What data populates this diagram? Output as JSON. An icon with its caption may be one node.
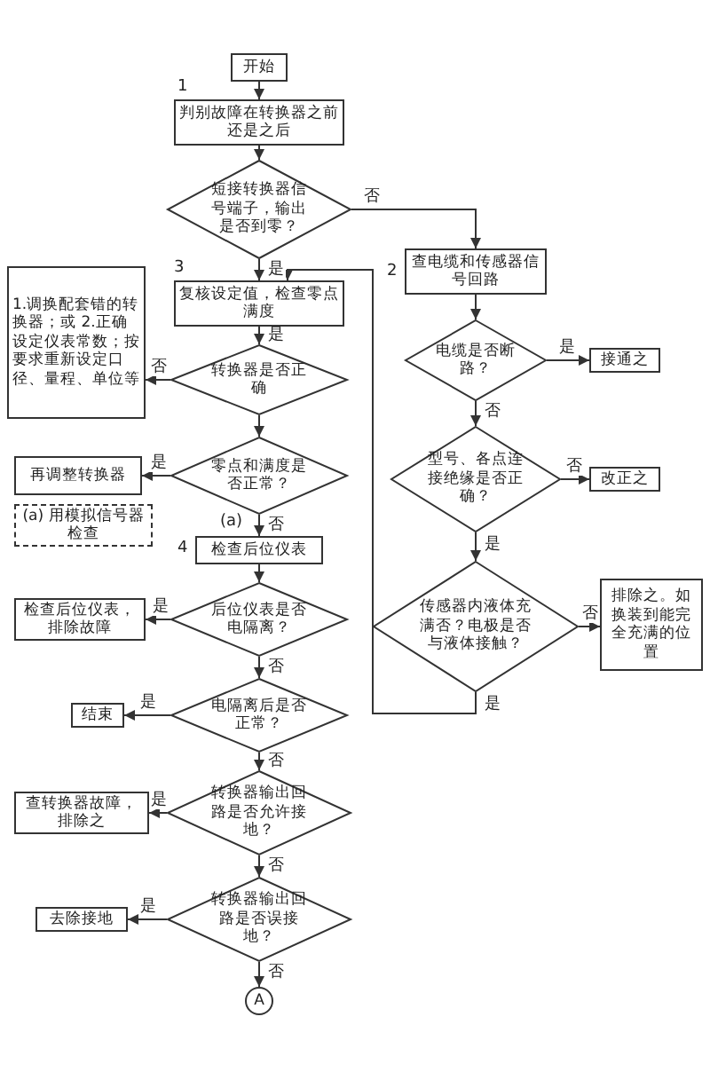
{
  "diagram": {
    "nodes": [
      {
        "text": [
          "开始"
        ]
      },
      {
        "text": [
          "判别故障在转换器之前还是之后"
        ],
        "beside": [
          "1"
        ]
      },
      {
        "text": [
          "短接转换器信号端子，输出是否到零？"
        ]
      },
      {
        "text": [
          "复核设定值，检查零点满度"
        ],
        "beside": [
          "3"
        ]
      },
      {
        "text": [
          "转换器是否正确"
        ]
      },
      {
        "text": [
          "1.调换配套错的转换器；或 2.正确设定仪表常数；按要求重新设定口径、量程、单位等"
        ]
      },
      {
        "text": [
          "零点和满度是否正常？"
        ],
        "beside": [
          "(a)"
        ]
      },
      {
        "text": [
          "再调整转换器"
        ]
      },
      {
        "text": [
          "(a) 用模拟信号器检查"
        ]
      },
      {
        "text": [
          "检查后位仪表"
        ],
        "beside": [
          "4"
        ]
      },
      {
        "text": [
          "后位仪表是否电隔离？"
        ]
      },
      {
        "text": [
          "检查后位仪表，排除故障"
        ]
      },
      {
        "text": [
          "电隔离后是否正常？"
        ]
      },
      {
        "text": [
          "结束"
        ]
      },
      {
        "text": [
          "转换器输出回路是否允许接地？"
        ]
      },
      {
        "text": [
          "查转换器故障，排除之"
        ]
      },
      {
        "text": [
          "转换器输出回路是否误接地？"
        ]
      },
      {
        "text": [
          "去除接地"
        ]
      },
      {
        "text": [
          "A"
        ]
      },
      {
        "text": [
          "查电缆和传感器信号回路"
        ],
        "beside": [
          "2"
        ]
      },
      {
        "text": [
          "电缆是否断路？"
        ]
      },
      {
        "text": [
          "接通之"
        ]
      },
      {
        "text": [
          "型号、各点连接绝缘是否正确？"
        ]
      },
      {
        "text": [
          "改正之"
        ]
      },
      {
        "text": [
          "传感器内液体充满否？电极是否与液体接触？"
        ]
      },
      {
        "text": [
          "排除之。如换装到能完全充满的位置"
        ]
      }
    ],
    "edges": [
      {
        "from": 0,
        "to": 1,
        "arrow": "to"
      },
      {
        "from": 1,
        "to": 2,
        "arrow": "to"
      },
      {
        "from": 2,
        "to": 3,
        "arrow": "to",
        "label": "是"
      },
      {
        "from": 2,
        "to": 19,
        "arrow": "to",
        "label": "否"
      },
      {
        "from": 3,
        "to": 4,
        "arrow": "to",
        "label": "是"
      },
      {
        "from": 4,
        "to": 5,
        "arrow": "to",
        "label": "否"
      },
      {
        "from": 4,
        "to": 6,
        "arrow": "to"
      },
      {
        "from": 6,
        "to": 7,
        "arrow": "to",
        "label": "是"
      },
      {
        "from": 6,
        "to": 9,
        "arrow": "to",
        "label": "否"
      },
      {
        "from": 9,
        "to": 10,
        "arrow": "to"
      },
      {
        "from": 10,
        "to": 11,
        "arrow": "to",
        "label": "是"
      },
      {
        "from": 10,
        "to": 12,
        "arrow": "to",
        "label": "否"
      },
      {
        "from": 12,
        "to": 13,
        "arrow": "to",
        "label": "是"
      },
      {
        "from": 12,
        "to": 14,
        "arrow": "to",
        "label": "否"
      },
      {
        "from": 14,
        "to": 15,
        "arrow": "to",
        "label": "是"
      },
      {
        "from": 14,
        "to": 16,
        "arrow": "to",
        "label": "否"
      },
      {
        "from": 16,
        "to": 17,
        "arrow": "to",
        "label": "是"
      },
      {
        "from": 16,
        "to": 18,
        "arrow": "to",
        "label": "否"
      },
      {
        "from": 19,
        "to": 20,
        "arrow": "to"
      },
      {
        "from": 20,
        "to": 21,
        "arrow": "to",
        "label": "是"
      },
      {
        "from": 20,
        "to": 22,
        "arrow": "to",
        "label": "否"
      },
      {
        "from": 22,
        "to": 23,
        "arrow": "to",
        "label": "否"
      },
      {
        "from": 22,
        "to": 24,
        "arrow": "to",
        "label": "是"
      },
      {
        "from": 24,
        "to": 25,
        "arrow": "to",
        "label": "否"
      },
      {
        "from": 24,
        "to": 3,
        "arrow": "to",
        "label": "是"
      }
    ]
  }
}
